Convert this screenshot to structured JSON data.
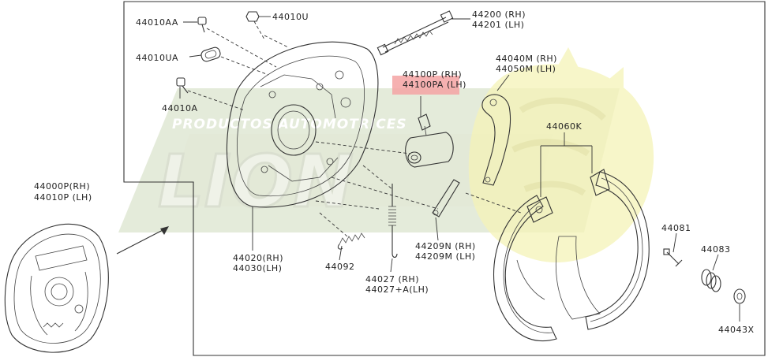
{
  "watermark": {
    "tagline": "PRODUCTOS AUTOMOTRICES",
    "brand": "LION",
    "colors": {
      "green": "#c9d5b5",
      "yellow": "#f4f2b0"
    }
  },
  "highlight_color": "#f4a3a3",
  "callouts": {
    "p44010AA": "44010AA",
    "p44010U": "44010U",
    "p44010UA": "44010UA",
    "p44010A": "44010A",
    "p44200": "44200 (RH)",
    "p44201": "44201 (LH)",
    "p44100P": "44100P (RH)",
    "p44100PA": "44100PA (LH)",
    "p44040M": "44040M (RH)",
    "p44050M": "44050M (LH)",
    "p44060K": "44060K",
    "p44000P": "44000P(RH)",
    "p44010P": "44010P (LH)",
    "p44020": "44020(RH)",
    "p44030": "44030(LH)",
    "p44092": "44092",
    "p44027": "44027  (RH)",
    "p44027A": "44027+A(LH)",
    "p44209N": "44209N (RH)",
    "p44209M": "44209M (LH)",
    "p44081": "44081",
    "p44083": "44083",
    "p44043X": "44043X"
  }
}
